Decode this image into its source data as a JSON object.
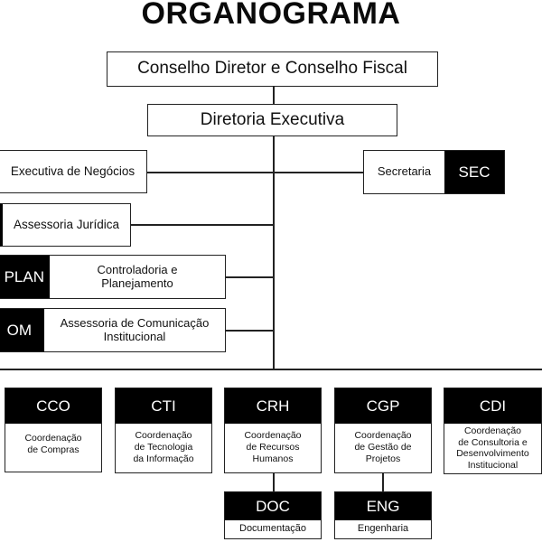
{
  "title": "ORGANOGRAMA",
  "top": {
    "board": "Conselho Diretor e Conselho Fiscal",
    "executive": "Diretoria Executiva"
  },
  "left_units": [
    {
      "code": "",
      "name": "Executiva de Negócios"
    },
    {
      "code": "",
      "name": "Assessoria Jurídica"
    },
    {
      "code": "PLAN",
      "name": "Controladoria e\nPlanejamento"
    },
    {
      "code": "OM",
      "name": "Assessoria de Comunicação\nInstitucional"
    }
  ],
  "right_units": [
    {
      "code": "SEC",
      "name": "Secretaria"
    }
  ],
  "coordinations": [
    {
      "code": "CCO",
      "name": "Coordenação\nde Compras"
    },
    {
      "code": "CTI",
      "name": "Coordenação\nde Tecnologia\nda Informação"
    },
    {
      "code": "CRH",
      "name": "Coordenação\nde Recursos\nHumanos"
    },
    {
      "code": "CGP",
      "name": "Coordenação\nde Gestão de\nProjetos"
    },
    {
      "code": "CDI",
      "name": "Coordenação\nde Consultoria e\nDesenvolvimento\nInstitucional"
    }
  ],
  "sub_units": [
    {
      "code": "DOC",
      "name": "Documentação",
      "parent": "CRH"
    },
    {
      "code": "ENG",
      "name": "Engenharia",
      "parent": "CGP"
    }
  ]
}
